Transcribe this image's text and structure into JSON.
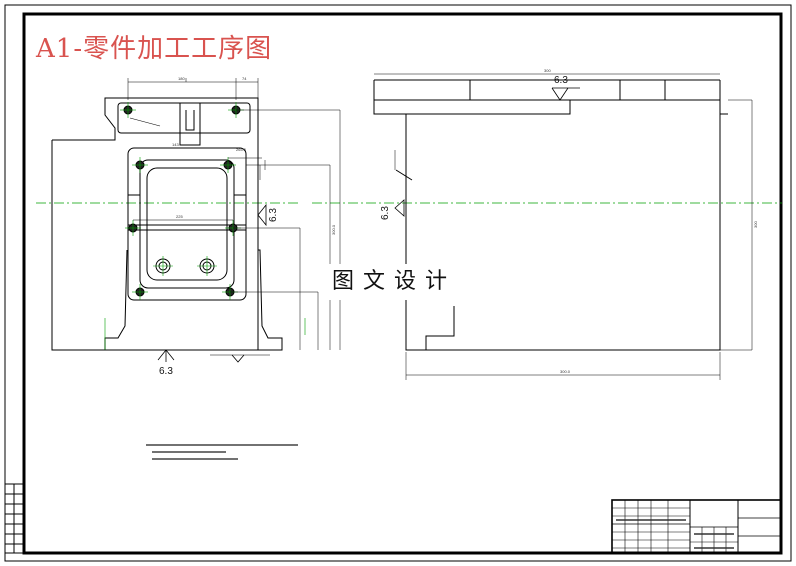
{
  "drawing": {
    "title": "A1-零件加工工序图",
    "watermark": "图文设计",
    "roughness_marks": {
      "front_bottom": "6.3",
      "front_right": "6.3",
      "side_top": "6.3",
      "side_left": "6.3"
    },
    "colors": {
      "title": "#d9534f",
      "centerline": "#00a000",
      "line": "#000000"
    }
  }
}
